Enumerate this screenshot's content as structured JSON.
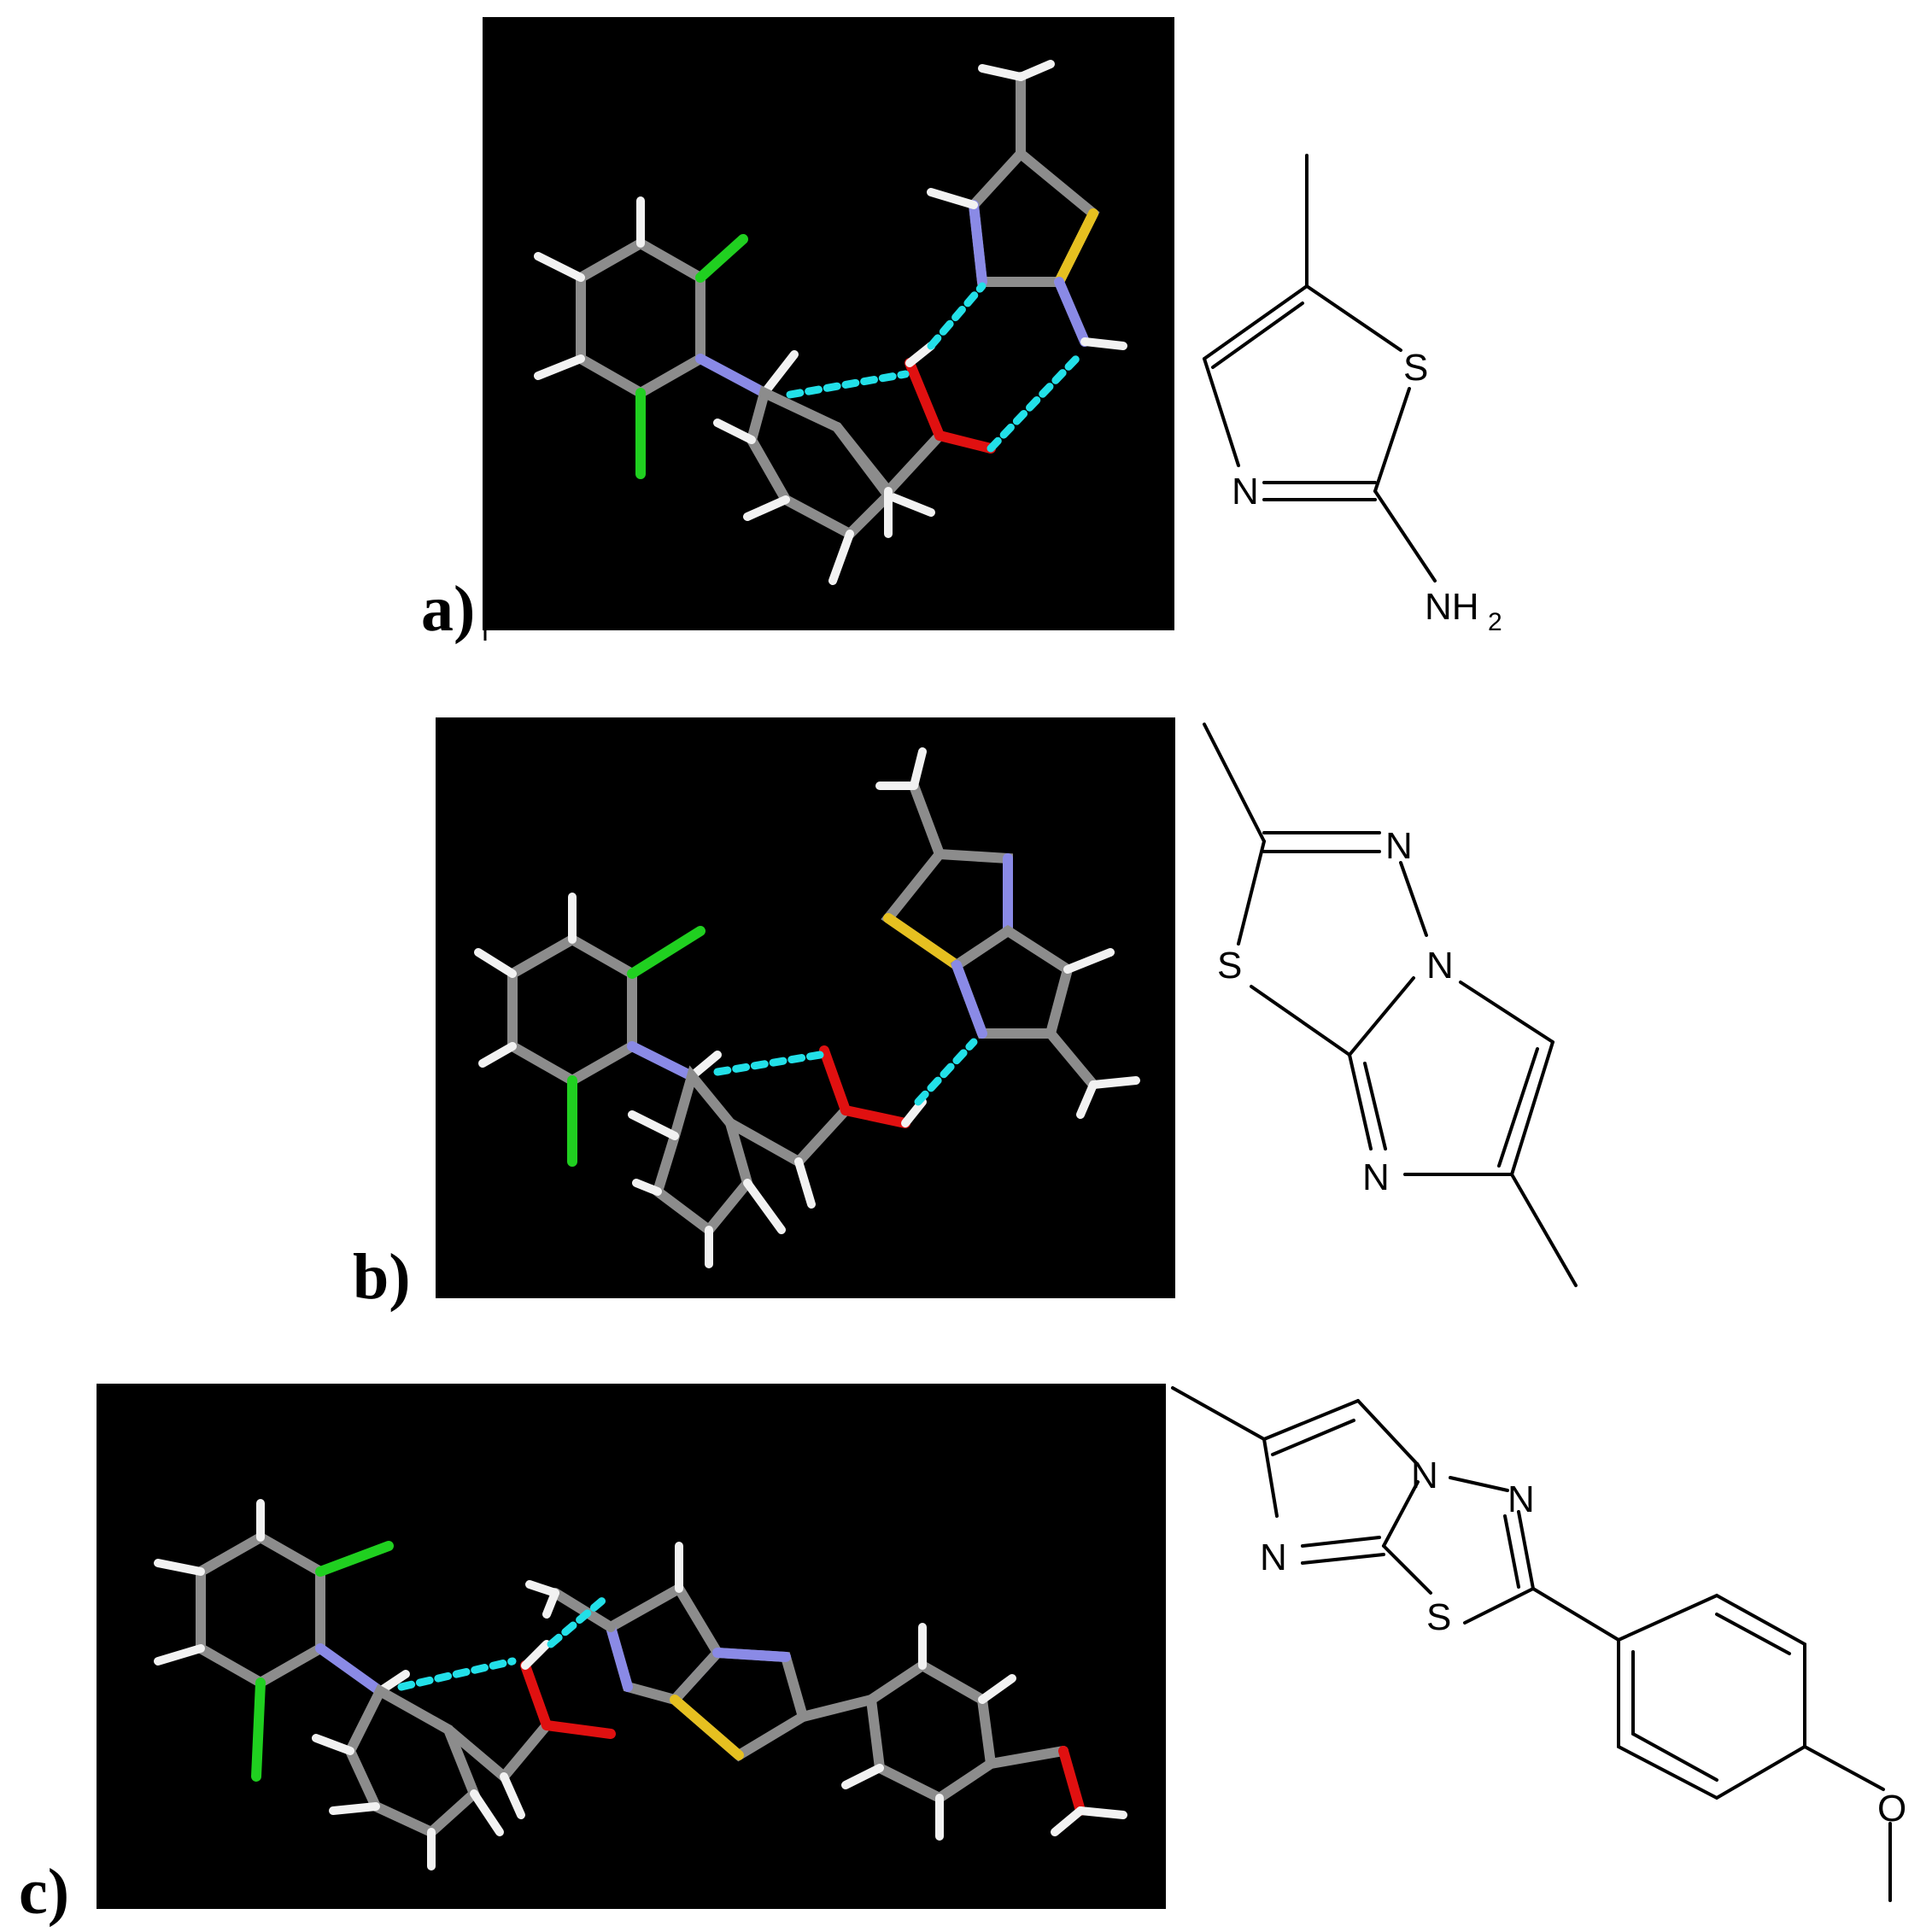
{
  "panels": [
    {
      "label": "a)",
      "structure_labels": {
        "s1": "S",
        "n1": "N",
        "nh2": "NH",
        "nh2_sub": "2"
      }
    },
    {
      "label": "b)",
      "structure_labels": {
        "n1": "N",
        "s1": "S",
        "n2": "N",
        "n3": "N"
      }
    },
    {
      "label": "c)",
      "structure_labels": {
        "n1": "N",
        "n2": "N",
        "n3": "N",
        "s1": "S",
        "o1": "O"
      }
    }
  ],
  "colors": {
    "render_background": "#000000",
    "carbon": "#8c8c8c",
    "hydrogen": "#f2f2f2",
    "nitrogen": "#8a8ae6",
    "oxygen": "#e01010",
    "sulfur": "#e6c020",
    "chlorine": "#20d020",
    "hydrogen_bond": "#22e0e8"
  }
}
